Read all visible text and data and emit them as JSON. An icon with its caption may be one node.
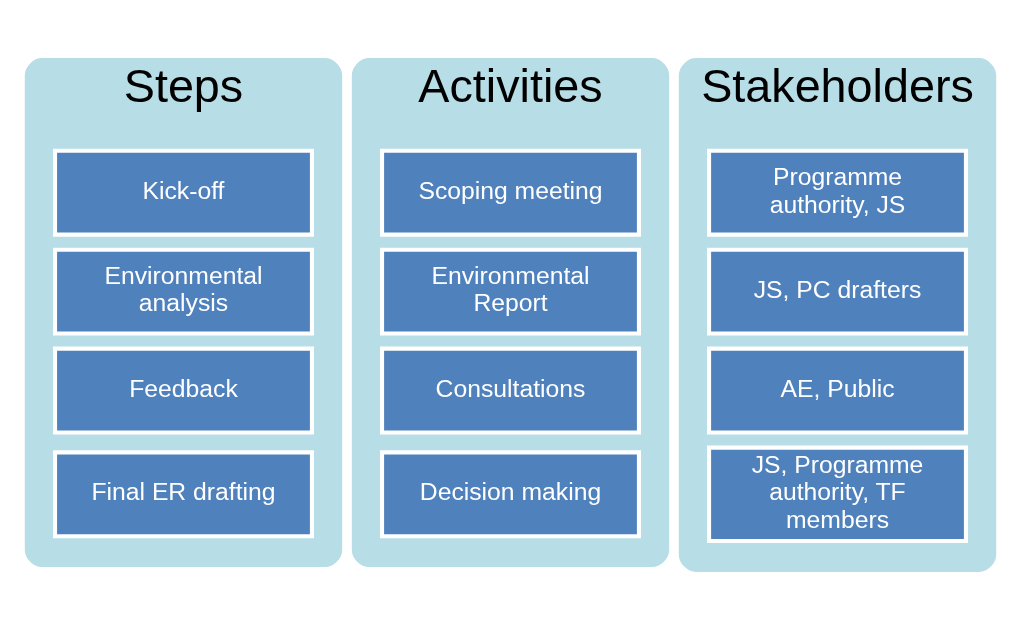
{
  "diagram": {
    "nodes": [
      {
        "text": [
          "Steps"
        ]
      },
      {
        "text": [
          "Kick-off"
        ],
        "in": 0
      },
      {
        "text": [
          "Environmental analysis"
        ],
        "in": 0
      },
      {
        "text": [
          "Feedback"
        ],
        "in": 0
      },
      {
        "text": [
          "Final ER drafting"
        ],
        "in": 0
      },
      {
        "text": [
          "Activities"
        ]
      },
      {
        "text": [
          "Scoping meeting"
        ],
        "in": 5
      },
      {
        "text": [
          "Environmental Report"
        ],
        "in": 5
      },
      {
        "text": [
          "Consultations"
        ],
        "in": 5
      },
      {
        "text": [
          "Decision making"
        ],
        "in": 5
      },
      {
        "text": [
          "Stakeholders"
        ]
      },
      {
        "text": [
          "Programme authority, JS"
        ],
        "in": 10
      },
      {
        "text": [
          "JS, PC drafters"
        ],
        "in": 10
      },
      {
        "text": [
          "AE, Public"
        ],
        "in": 10
      },
      {
        "text": [
          "JS, Programme authority, TF members"
        ],
        "in": 10
      }
    ]
  }
}
